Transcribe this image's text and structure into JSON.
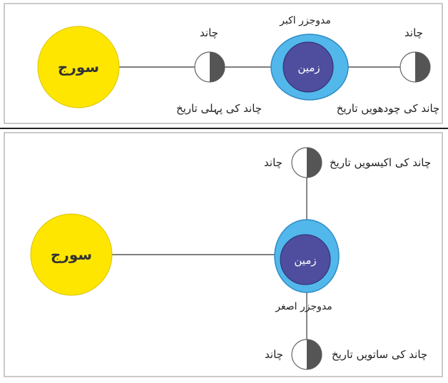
{
  "top_panel": {
    "sun_label": "سورج",
    "earth_label": "زمین",
    "spring_tide_label": "مدوجزر اکبر",
    "moon_left_label": "چاند",
    "moon_right_label": "چاند",
    "first_day_label": "چاند کی پہلی تاریخ",
    "fourteenth_day_label": "چاند کی چودھویں تاریخ"
  },
  "bottom_panel": {
    "sun_label": "سورج",
    "earth_label": "زمین",
    "neap_tide_label": "مدوجزر اصغر",
    "moon_top_label": "چاند",
    "moon_bottom_label": "چاند",
    "twenty_first_day_label": "چاند کی اکیسویں تاریخ",
    "seventh_day_label": "چاند کی ساتویں تاریخ"
  },
  "colors": {
    "sun": "#FFE600",
    "sun_stroke": "#D9C400",
    "earth": "#4F4D9E",
    "water": "#52B7EA",
    "moon_dark": "#555555",
    "moon_light": "#FFFFFF",
    "line": "#555555",
    "frame": "#B8B8B8"
  }
}
